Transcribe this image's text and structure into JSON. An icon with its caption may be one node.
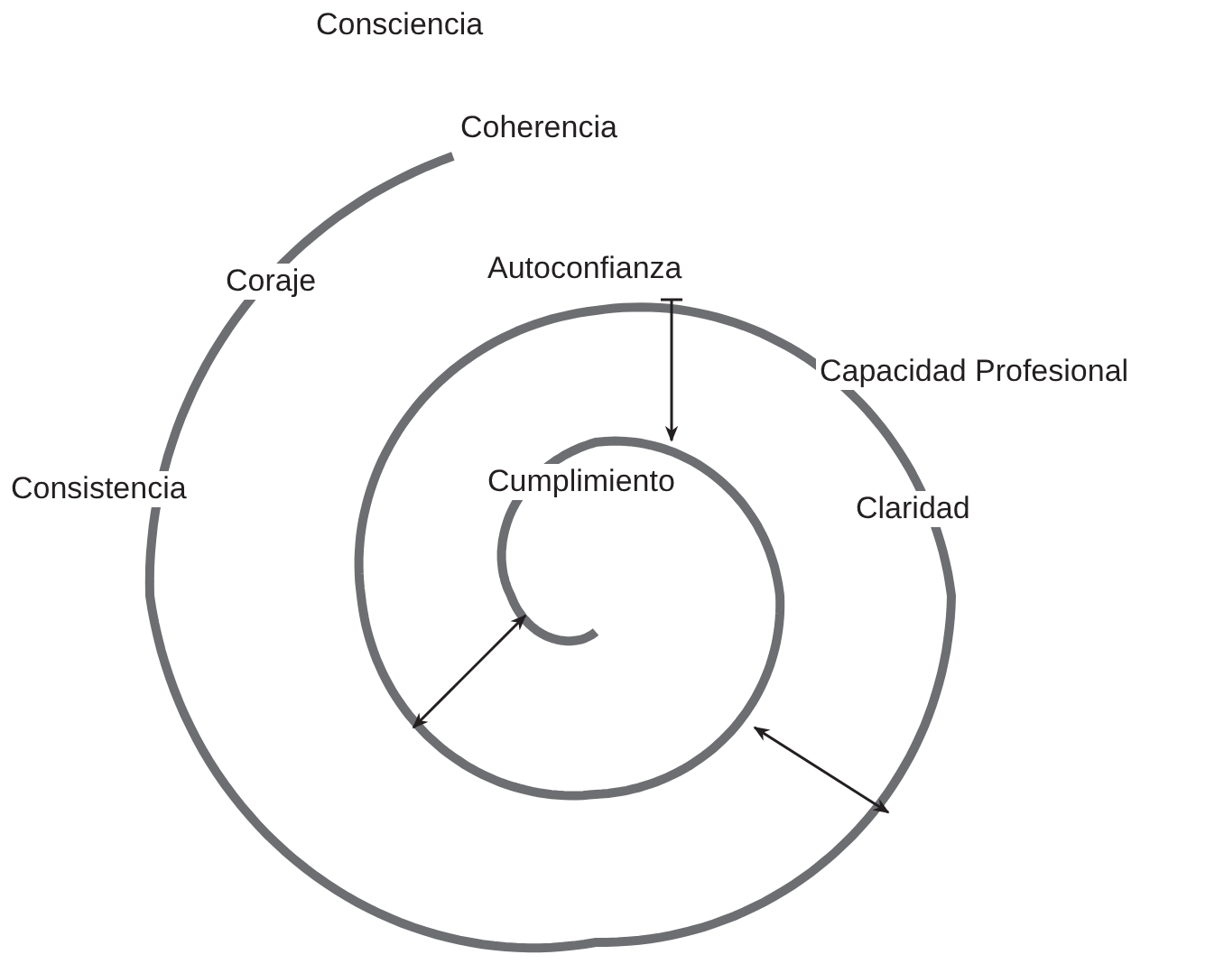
{
  "diagram": {
    "labels": [
      "Consciencia",
      "Coherencia",
      "Coraje",
      "Autoconfianza",
      "Capacidad Profesional",
      "Consistencia",
      "Cumplimiento",
      "Claridad"
    ]
  }
}
